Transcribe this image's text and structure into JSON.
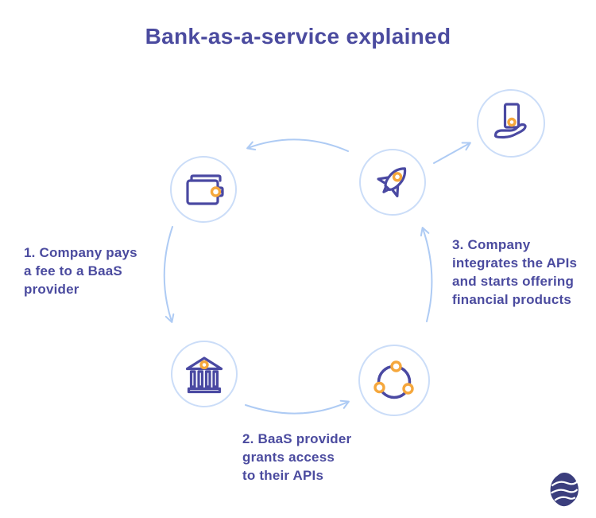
{
  "title": "Bank-as-a-service explained",
  "steps": [
    {
      "id": "1",
      "text": "1. Company pays\na fee to a BaaS\nprovider"
    },
    {
      "id": "2",
      "text": "2. BaaS provider\ngrants access\nto their APIs"
    },
    {
      "id": "3",
      "text": "3. Company\nintegrates the APIs\nand starts offering\nfinancial products"
    }
  ],
  "icons": [
    "wallet-icon",
    "bank-icon",
    "api-network-icon",
    "rocket-icon",
    "card-in-hand-icon"
  ],
  "logo": "brand-logo",
  "colors": {
    "title-color": "#4b4b9f",
    "icon-stroke": "#4a49a2",
    "accent-orange": "#f5a73c",
    "circle-border": "#cbddf8",
    "arrow-blue": "#aecbf4",
    "logo-navy": "#3b3e7d",
    "background": "#ffffff"
  }
}
